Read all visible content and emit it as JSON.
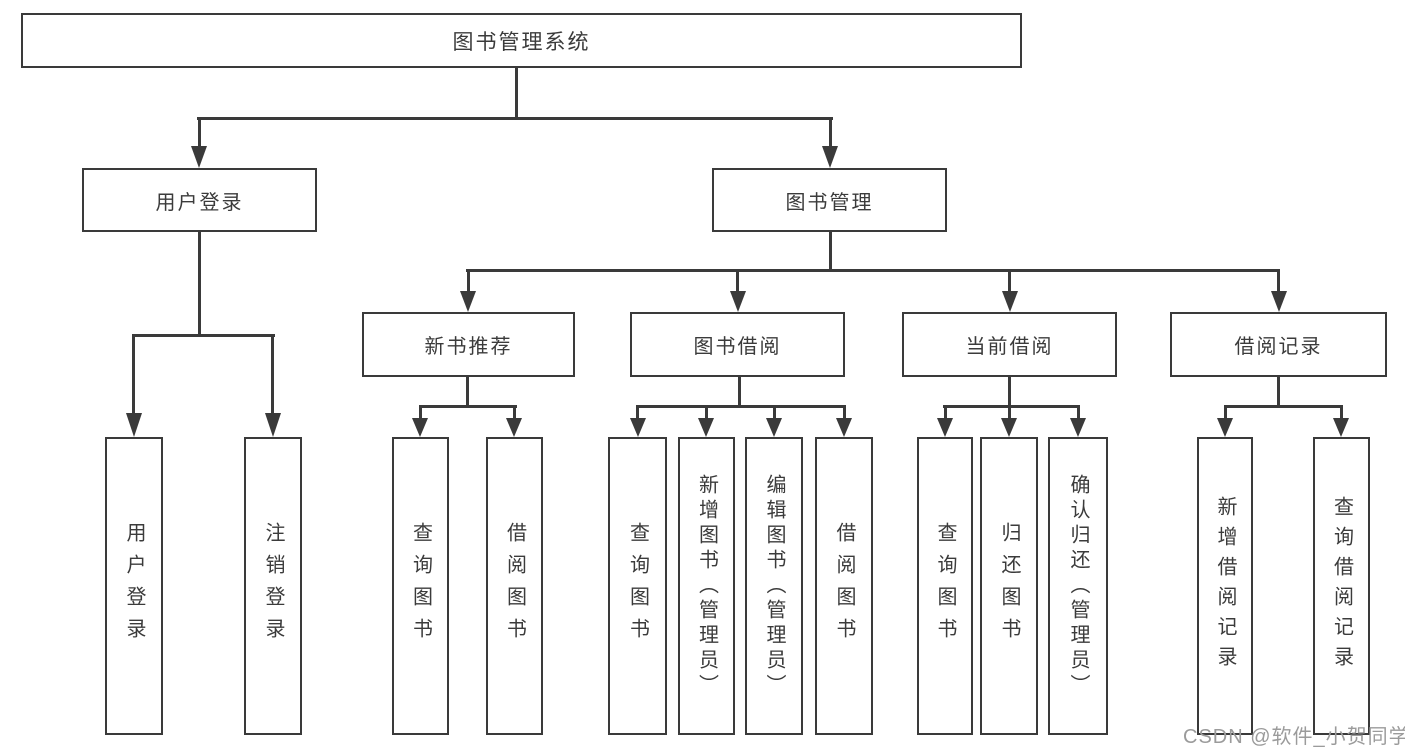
{
  "watermark": "CSDN @软件_小贺同学",
  "colors": {
    "line": "#3a3a3a",
    "box_border": "#3a3a3a",
    "box_background": "#ffffff",
    "text": "#3b3b3b",
    "watermark_text": "#9b9b9b",
    "page_background": "#ffffff"
  },
  "tree": {
    "label": "图书管理系统",
    "children": [
      {
        "label": "用户登录",
        "children": [
          {
            "label": "用户登录"
          },
          {
            "label": "注销登录"
          }
        ]
      },
      {
        "label": "图书管理",
        "children": [
          {
            "label": "新书推荐",
            "children": [
              {
                "label": "查询图书"
              },
              {
                "label": "借阅图书"
              }
            ]
          },
          {
            "label": "图书借阅",
            "children": [
              {
                "label": "查询图书"
              },
              {
                "label": "新增图书（管理员）"
              },
              {
                "label": "编辑图书（管理员）"
              },
              {
                "label": "借阅图书"
              }
            ]
          },
          {
            "label": "当前借阅",
            "children": [
              {
                "label": "查询图书"
              },
              {
                "label": "归还图书"
              },
              {
                "label": "确认归还（管理员）"
              }
            ]
          },
          {
            "label": "借阅记录",
            "children": [
              {
                "label": "新增借阅记录"
              },
              {
                "label": "查询借阅记录"
              }
            ]
          }
        ]
      }
    ]
  }
}
